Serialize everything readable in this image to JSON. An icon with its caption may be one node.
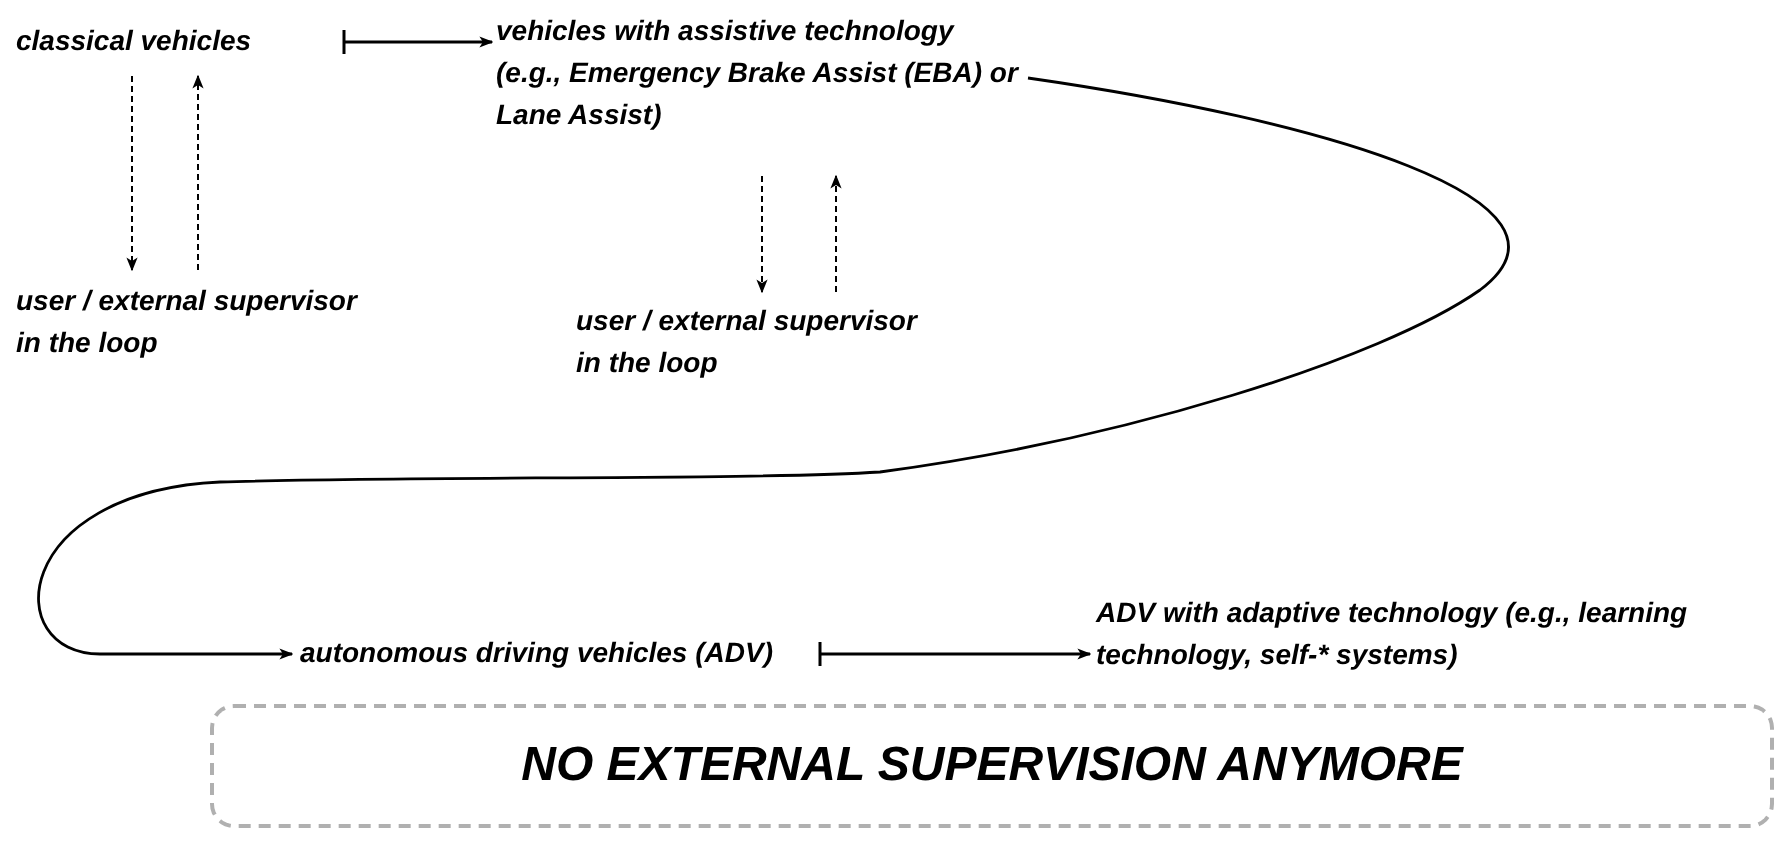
{
  "diagram": {
    "nodes": [
      {
        "text": [
          "classical vehicles"
        ]
      },
      {
        "text": [
          "vehicles with assistive technology (e.g., Emergency Brake Assist (EBA) or Lane Assist)"
        ]
      },
      {
        "text": [
          "user / external supervisor in the loop"
        ]
      },
      {
        "text": [
          "user / external supervisor in the loop"
        ]
      },
      {
        "text": [
          "autonomous driving vehicles (ADV)"
        ]
      },
      {
        "text": [
          "ADV with adaptive technology (e.g., learning technology, self-* systems)"
        ]
      },
      {
        "text": [
          "NO EXTERNAL SUPERVISION ANYMORE"
        ]
      }
    ],
    "edges": [
      {
        "from": 0,
        "to": 1,
        "arrow": "to"
      },
      {
        "from": 0,
        "to": 2,
        "arrow": "to",
        "style": "dashed"
      },
      {
        "from": 2,
        "to": 0,
        "arrow": "to",
        "style": "dashed"
      },
      {
        "from": 1,
        "to": 3,
        "arrow": "to",
        "style": "dashed"
      },
      {
        "from": 3,
        "to": 1,
        "arrow": "to",
        "style": "dashed"
      },
      {
        "from": 1,
        "to": 4,
        "arrow": "to"
      },
      {
        "from": 4,
        "to": 5,
        "arrow": "to"
      }
    ]
  }
}
